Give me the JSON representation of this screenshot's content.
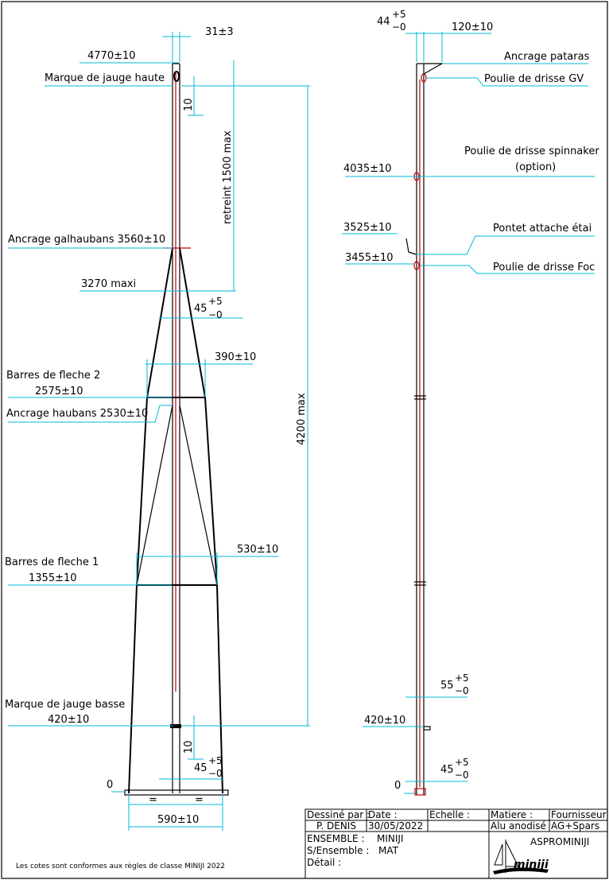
{
  "left_view": {
    "labels": {
      "top_width": "31±3",
      "top_height": "4770±10",
      "jauge_haute": "Marque de jauge haute",
      "ten_top": "10",
      "retreint": "retreint 1500 max",
      "galhaubans": "Ancrage galhaubans 3560±10",
      "maxi": "3270 maxi",
      "pin45_top": "45",
      "barres2_title": "Barres de fleche 2",
      "barres2_value": "2575±10",
      "barres2_width": "390±10",
      "haubans": "Ancrage haubans 2530±10",
      "height_4200": "4200 max",
      "barres1_title": "Barres de fleche 1",
      "barres1_value": "1355±10",
      "barres1_width": "530±10",
      "jauge_basse_title": "Marque de jauge basse",
      "jauge_basse_value": "420±10",
      "ten_bottom": "10",
      "pin45_bottom": "45",
      "zero": "0",
      "eq1": "=",
      "eq2": "=",
      "base_width": "590±10"
    }
  },
  "right_view": {
    "labels": {
      "top_44": "44",
      "top_120": "120±10",
      "pataras": "Ancrage pataras",
      "drisse_gv": "Poulie de drisse GV",
      "spinnaker_line1": "Poulie de drisse spinnaker",
      "spinnaker_line2": "(option)",
      "v4035": "4035±10",
      "v3525": "3525±10",
      "pontet": "Pontet attache étai",
      "v3455": "3455±10",
      "drisse_foc": "Poulie de drisse Foc",
      "v55": "55",
      "v420": "420±10",
      "v45": "45",
      "zero": "0"
    }
  },
  "tolerance": {
    "plus": "+5",
    "minus": "−0"
  },
  "note": "Les cotes sont conformes aux règles de classe MINIJI 2022",
  "title_block": {
    "dessine_par_label": "Dessiné par :",
    "dessine_par_value": "P. DENIS",
    "date_label": "Date :",
    "date_value": "30/05/2022",
    "echelle_label": "Echelle :",
    "matiere_label": "Matiere :",
    "matiere_value": "Alu anodisé",
    "fournisseur_label": "Fournisseur :",
    "fournisseur_value": "AG+Spars",
    "ensemble_label": "ENSEMBLE :",
    "ensemble_value": "MINIJI",
    "sous_ensemble_label": "S/Ensemble :",
    "sous_ensemble_value": "MAT",
    "detail_label": "Détail :",
    "company": "ASPROMINIJI",
    "logo_text": "miniji"
  },
  "colors": {
    "dimension": "#00b8d8",
    "outline": "#000000",
    "mast": "#c00000"
  }
}
